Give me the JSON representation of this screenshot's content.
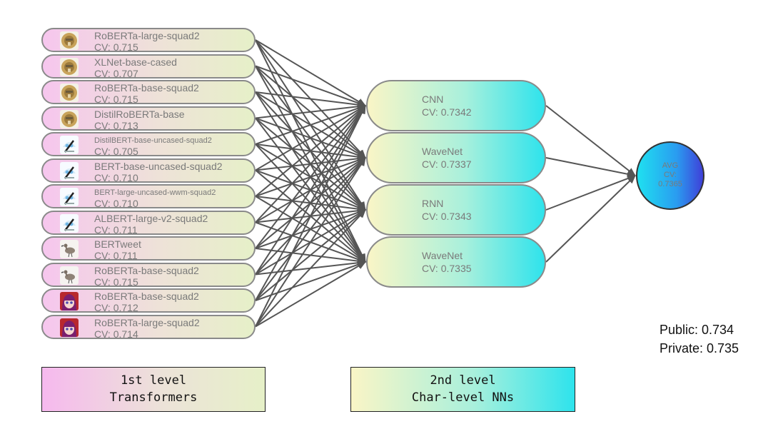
{
  "transformers": [
    {
      "name": "RoBERTa-large-squad2",
      "cv": "CV: 0.715",
      "icon": "mechanical-face-icon"
    },
    {
      "name": "XLNet-base-cased",
      "cv": "CV: 0.707",
      "icon": "mechanical-face-icon"
    },
    {
      "name": "RoBERTa-base-squad2",
      "cv": "CV: 0.715",
      "icon": "mechanical-face-icon"
    },
    {
      "name": "DistilRoBERTa-base",
      "cv": "CV: 0.713",
      "icon": "mechanical-face-icon"
    },
    {
      "name": "DistilBERT-base-uncased-squad2",
      "cv": "CV: 0.705",
      "icon": "anime-face-icon"
    },
    {
      "name": "BERT-base-uncased-squad2",
      "cv": "CV: 0.710",
      "icon": "anime-face-icon"
    },
    {
      "name": "BERT-large-uncased-wwm-squad2",
      "cv": "CV: 0.710",
      "icon": "anime-face-icon"
    },
    {
      "name": "ALBERT-large-v2-squad2",
      "cv": "CV: 0.711",
      "icon": "anime-face-icon"
    },
    {
      "name": "BERTweet",
      "cv": "CV: 0.711",
      "icon": "bird-icon"
    },
    {
      "name": "RoBERTa-base-squad2",
      "cv": "CV: 0.715",
      "icon": "bird-icon"
    },
    {
      "name": "RoBERTa-base-squad2",
      "cv": "CV: 0.712",
      "icon": "anime-girl-icon"
    },
    {
      "name": "RoBERTa-large-squad2",
      "cv": "CV: 0.714",
      "icon": "anime-girl-icon"
    }
  ],
  "char_nns": [
    {
      "name": "CNN",
      "cv": "CV: 0.7342"
    },
    {
      "name": "WaveNet",
      "cv": "CV: 0.7337"
    },
    {
      "name": "RNN",
      "cv": "CV: 0.7343"
    },
    {
      "name": "WaveNet",
      "cv": "CV: 0.7335"
    }
  ],
  "avg": {
    "line1": "AVG",
    "line2": "CV:",
    "line3": "0.7365"
  },
  "scores": {
    "public": "Public: 0.734",
    "private": "Private: 0.735"
  },
  "legend": {
    "first": {
      "line1": "1st level",
      "line2": "Transformers"
    },
    "second": {
      "line1": "2nd level",
      "line2": "Char-level NNs"
    }
  },
  "colors": {
    "edge": "#555555",
    "node_border": "#8a8a8a"
  }
}
